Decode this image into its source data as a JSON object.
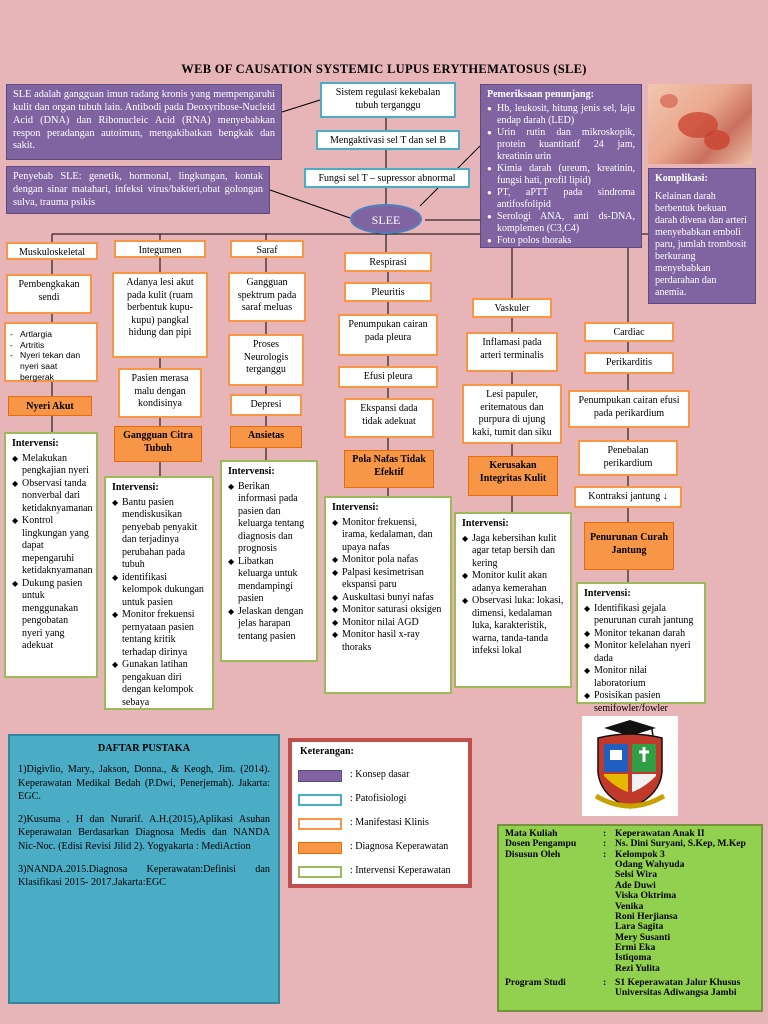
{
  "title": "WEB OF CAUSATION SYSTEMIC LUPUS ERYTHEMATOSUS (SLE)",
  "definition": "SLE adalah gangguan imun radang kronis yang mempengaruhi kulit dan organ tubuh lain. Antibodi pada Deoxyribose-Nucleid Acid (DNA) dan Ribonucleic Acid (RNA) menyebabkan respon peradangan autoimun, mengakibatkan bengkak dan sakit.",
  "causes": "Penyebab SLE: genetik, hormonal, lingkungan, kontak dengan sinar matahari, infeksi virus/bakteri,obat golongan sulva, trauma psikis",
  "pathway": {
    "p1": "Sistem regulasi kekebalan tubuh terganggu",
    "p2": "Mengaktivasi sel T dan sel B",
    "p3": "Fungsi sel T – supressor abnormal",
    "slee": "SLEE"
  },
  "exam": {
    "heading": "Pemeriksaan penunjang:",
    "items": [
      "Hb, leukosit, hitung jenis sel, laju endap darah (LED)",
      "Urin rutin dan mikroskopik, protein kuantitatif 24 jam, kreatinin urin",
      "Kimia darah (ureum, kreatinin, fungsi hati, profil lipid)",
      "PT, aPTT pada sindroma antifosfolipid",
      "Serologi ANA, anti ds-DNA, komplemen (C3,C4)",
      "Foto polos thoraks"
    ]
  },
  "komplikasi": {
    "heading": "Komplikasi:",
    "text": "Kelainan darah berbentuk bekuan darah divena dan arteri menyebabkan emboli paru, jumlah trombosit berkurang menyebabkan perdarahan dan anemia."
  },
  "musk": {
    "label": "Muskuloskeletal",
    "n1": "Pembengkakan sendi",
    "symptoms": [
      "Artlargia",
      "Artritis",
      "Nyeri tekan dan nyeri saat bergerak"
    ],
    "dx": "Nyeri Akut",
    "iv_head": "Intervensi:",
    "iv": [
      "Melakukan pengkajian nyeri",
      "Observasi tanda nonverbal dari ketidaknyamanan",
      "Kontrol lingkungan yang dapat mepengaruhi ketidaknyamanan",
      "Dukung pasien untuk menggunakan pengobatan nyeri yang adekuat"
    ]
  },
  "integ": {
    "label": "Integumen",
    "n1": "Adanya lesi akut pada kulit (ruam berbentuk kupu-kupu) pangkal hidung dan pipi",
    "n2": "Pasien merasa malu dengan kondisinya",
    "dx": "Gangguan Citra Tubuh",
    "iv_head": "Intervensi:",
    "iv": [
      "Bantu pasien mendiskusikan penyebab penyakit dan terjadinya perubahan pada tubuh",
      "identifikasi kelompok dukungan untuk pasien",
      "Monitor frekuensi pernyataan pasien tentang kritik terhadap dirinya",
      "Gunakan latihan pengakuan diri dengan kelompok sebaya"
    ]
  },
  "saraf": {
    "label": "Saraf",
    "n1": "Gangguan spektrum pada saraf meluas",
    "n2": "Proses Neurologis terganggu",
    "n3": "Depresi",
    "dx": "Ansietas",
    "iv_head": "Intervensi:",
    "iv": [
      "Berikan informasi pada pasien dan keluarga tentang diagnosis dan prognosis",
      "Libatkan keluarga untuk mendampingi pasien",
      "Jelaskan dengan jelas harapan tentang pasien"
    ]
  },
  "resp": {
    "label": "Respirasi",
    "n1": "Pleuritis",
    "n2": "Penumpukan cairan pada pleura",
    "n3": "Efusi pleura",
    "n4": "Ekspansi dada tidak adekuat",
    "dx": "Pola Nafas Tidak Efektif",
    "iv_head": "Intervensi:",
    "iv": [
      "Monitor frekuensi, irama, kedalaman, dan upaya nafas",
      "Monitor pola nafas",
      "Palpasi kesimetrisan ekspansi paru",
      "Auskultasi bunyi nafas",
      "Monitor saturasi oksigen",
      "Monitor nilai AGD",
      "Monitor hasil x-ray thoraks"
    ]
  },
  "vask": {
    "label": "Vaskuler",
    "n1": "Inflamasi pada arteri terminalis",
    "n2": "Lesi papuler, eritematous dan purpura di ujung kaki, tumit dan siku",
    "dx": "Kerusakan Integritas Kulit",
    "iv_head": "Intervensi:",
    "iv": [
      "Jaga kebersihan kulit agar tetap bersih dan kering",
      "Monitor kulit akan adanya kemerahan",
      "Observasi luka: lokasi, dimensi, kedalaman luka, karakteristik, warna, tanda-tanda infeksi lokal"
    ]
  },
  "card": {
    "label": "Cardiac",
    "n1": "Perikarditis",
    "n2": "Penumpukan cairan efusi pada perikardium",
    "n3": "Penebalan perikardium",
    "n4": "Kontraksi jantung ↓",
    "dx": "Penurunan Curah Jantung",
    "iv_head": "Intervensi:",
    "iv": [
      "Identifikasi gejala penurunan curah jantung",
      "Monitor tekanan darah",
      "Monitor kelelahan nyeri dada",
      "Monitor nilai laboratorium",
      "Posisikan pasien semifowler/fowler"
    ]
  },
  "daftar": {
    "heading": "DAFTAR PUSTAKA",
    "items": [
      "1)Digivlio, Mary., Jakson, Donna., & Keogh, Jim. (2014). Keperawatan Medikal Bedah (P.Dwi, Penerjemah). Jakarta: EGC.",
      "2)Kusuma . H dan Nurarif. A.H.(2015),Aplikasi Asuhan Keperawatan Berdasarkan Diagnosa Medis dan NANDA Nic-Noc. (Edisi Revisi Jilid 2). Yogyakarta : MediAction",
      "3)NANDA.2015.Diagnosa Keperawatan:Definisi dan Klasifikasi 2015- 2017.Jakarta:EGC"
    ]
  },
  "legend": {
    "heading": "Keterangan:",
    "items": [
      ": Konsep dasar",
      ": Patofisiologi",
      ": Manifestasi Klinis",
      ": Diagnosa Keperawatan",
      ": Intervensi Keperawatan"
    ]
  },
  "team": {
    "mk_k": "Mata Kuliah",
    "mk_v": "Keperawatan Anak  II",
    "dp_k": "Dosen Pengampu",
    "dp_v": "Ns. Dini Suryani, S.Kep, M.Kep",
    "do_k": "Disusun Oleh",
    "do_v": "Kelompok 3",
    "members": [
      "Odang Wahyuda",
      "Selsi Wira",
      "Ade Duwi",
      "Viska Oktrima",
      "Venika",
      "Roni Herjiansa",
      "Lara Sagita",
      "Mery Susanti",
      "Ermi Eka",
      "Istiqoma",
      "Rezi Yulita"
    ],
    "ps_k": "Program Studi",
    "ps_v": "S1 Keperawatan Jalur Khusus Universitas Adiwangsa Jambi",
    "colon": ":"
  },
  "colors": {
    "purple": "#8064a2",
    "blue": "#4bacc6",
    "orange": "#f79646",
    "green": "#9bbb59",
    "red": "#c0504d",
    "bg": "#e7b4b7"
  }
}
